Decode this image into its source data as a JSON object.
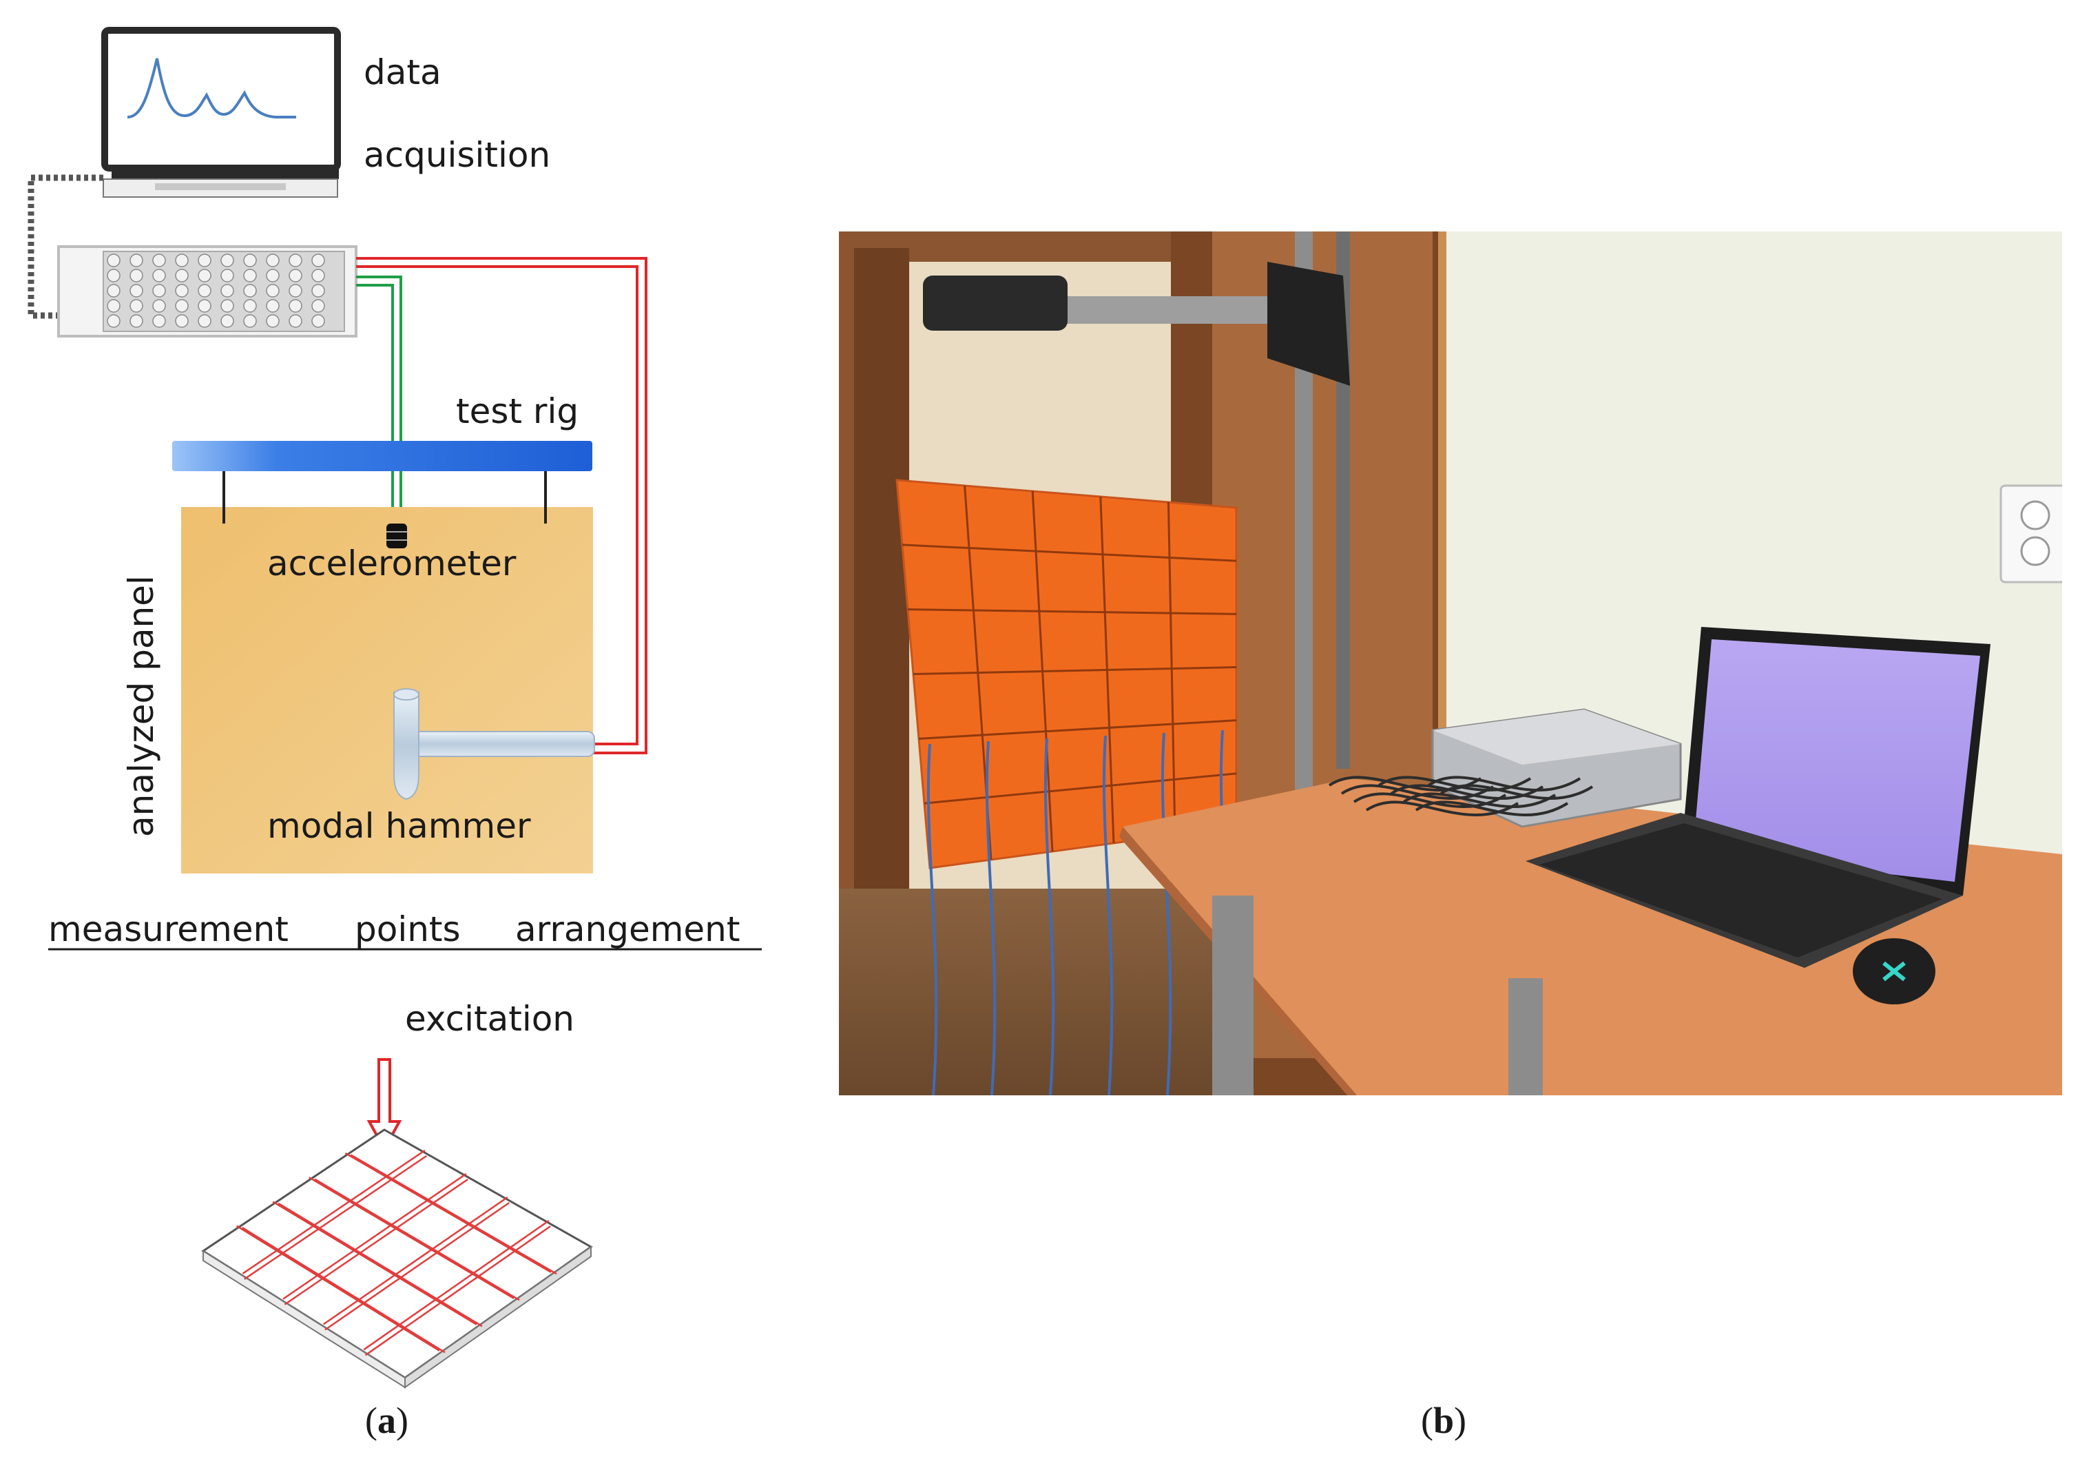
{
  "panel_a": {
    "caption_letter": "a",
    "caption_open": "(",
    "caption_close": ")",
    "labels": {
      "data": "data",
      "acquisition": "acquisition",
      "test_rig": "test rig",
      "accelerometer": "accelerometer",
      "analyzed_panel": "analyzed panel",
      "modal_hammer": "modal hammer",
      "measurement": "measurement",
      "points": "points",
      "arrangement": "arrangement",
      "excitation": "excitation"
    }
  },
  "panel_b": {
    "caption_letter": "b",
    "caption_open": "(",
    "caption_close": ")"
  },
  "colors": {
    "panel_fill": "#efc37a",
    "test_rig_bar": "#2c6fe0",
    "red_cable": "#e0262a",
    "green_cable": "#1f9e48",
    "plate_grid_red": "#e23c3c",
    "orange_plate": "#f06a1e",
    "desk": "#e0905a",
    "wall": "#eceee2"
  }
}
